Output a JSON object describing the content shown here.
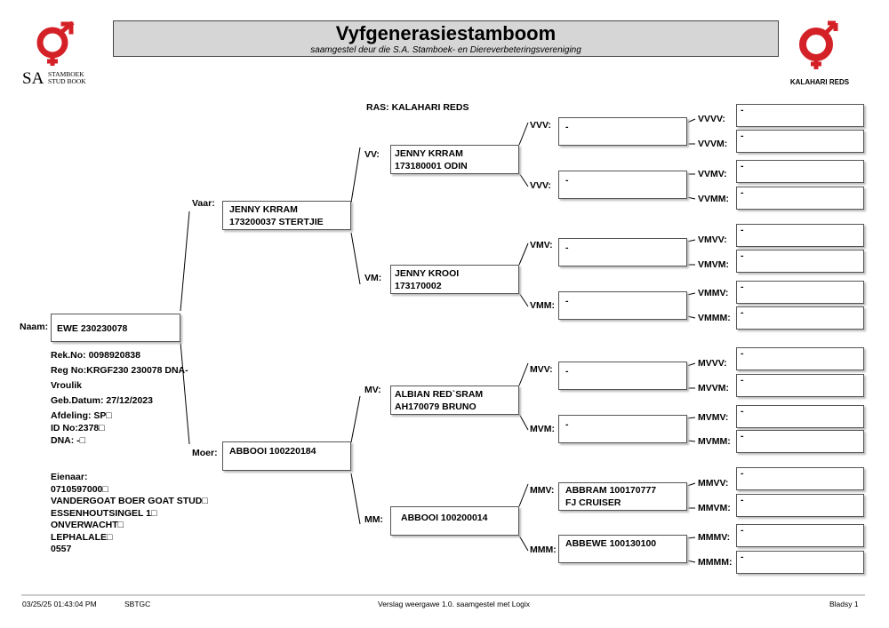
{
  "header": {
    "title": "Vyfgenerasiestamboom",
    "subtitle": "saamgestel deur die S.A. Stamboek- en Diereverbeteringsvereniging",
    "left_logo": {
      "initials": "SA",
      "line1": "STAMBOEK",
      "line2": "STUD BOOK",
      "icon": "sa-studbook-logo-icon",
      "color": "#d42027"
    },
    "right_logo": {
      "caption": "KALAHARI REDS",
      "icon": "kalahari-reds-logo-icon",
      "color": "#d42027"
    }
  },
  "breed": "RAS: KALAHARI REDS",
  "animal": {
    "label": "Naam:",
    "name": "EWE 230230078",
    "details": [
      "Rek.No: 0098920838",
      "Reg No:KRGF230 230078 DNA-",
      "Vroulik",
      "Geb.Datum: 27/12/2023",
      "Afdeling: SP□",
      "ID No:2378□",
      "DNA: -□"
    ]
  },
  "owner": {
    "lines": [
      "Eienaar:",
      "0710597000□",
      "VANDERGOAT BOER GOAT STUD□",
      "ESSENHOUTSINGEL 1□",
      "ONVERWACHT□",
      "LEPHALALE□",
      "0557"
    ]
  },
  "gen1": [
    {
      "label": "Vaar:",
      "line1": "JENNY KRRAM",
      "line2": "173200037 STERTJIE"
    },
    {
      "label": "Moer:",
      "line1": "ABBOOI 100220184",
      "line2": ""
    }
  ],
  "gen2": [
    {
      "label": "VV:",
      "line1": "JENNY KRRAM",
      "line2": "173180001 ODIN"
    },
    {
      "label": "VM:",
      "line1": "JENNY KROOI",
      "line2": "173170002"
    },
    {
      "label": "MV:",
      "line1": "ALBIAN RED`SRAM",
      "line2": "AH170079 BRUNO"
    },
    {
      "label": "MM:",
      "line1": "ABBOOI 100200014",
      "line2": ""
    }
  ],
  "gen3": [
    {
      "label": "VVV:",
      "line1": "-",
      "line2": ""
    },
    {
      "label": "VVV:",
      "line1": "-",
      "line2": ""
    },
    {
      "label": "VMV:",
      "line1": "-",
      "line2": ""
    },
    {
      "label": "VMM:",
      "line1": "-",
      "line2": ""
    },
    {
      "label": "MVV:",
      "line1": "-",
      "line2": ""
    },
    {
      "label": "MVM:",
      "line1": "-",
      "line2": ""
    },
    {
      "label": "MMV:",
      "line1": "ABBRAM 100170777",
      "line2": "FJ CRUISER"
    },
    {
      "label": "MMM:",
      "line1": "ABBEWE 100130100",
      "line2": ""
    }
  ],
  "gen4": [
    {
      "label": "VVVV:",
      "value": "-"
    },
    {
      "label": "VVVM:",
      "value": "-"
    },
    {
      "label": "VVMV:",
      "value": "-"
    },
    {
      "label": "VVMM:",
      "value": "-"
    },
    {
      "label": "VMVV:",
      "value": "-"
    },
    {
      "label": "VMVM:",
      "value": "-"
    },
    {
      "label": "VMMV:",
      "value": "-"
    },
    {
      "label": "VMMM:",
      "value": "-"
    },
    {
      "label": "MVVV:",
      "value": "-"
    },
    {
      "label": "MVVM:",
      "value": "-"
    },
    {
      "label": "MVMV:",
      "value": "-"
    },
    {
      "label": "MVMM:",
      "value": "-"
    },
    {
      "label": "MMVV:",
      "value": "-"
    },
    {
      "label": "MMVM:",
      "value": "-"
    },
    {
      "label": "MMMV:",
      "value": "-"
    },
    {
      "label": "MMMM:",
      "value": "-"
    }
  ],
  "footer": {
    "datetime": "03/25/25 01:43:04 PM",
    "code": "SBTGC",
    "report": "Verslag weergawe 1.0. saamgestel met Logix",
    "page": "Bladsy 1"
  }
}
